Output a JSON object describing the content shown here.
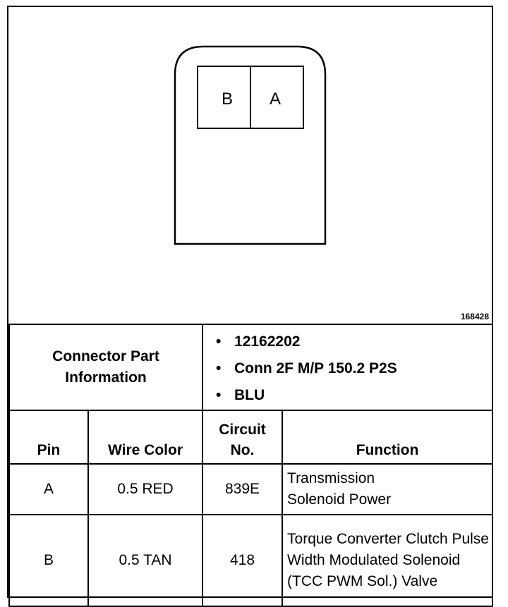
{
  "figure": {
    "id": "168428",
    "cavity_labels": [
      "B",
      "A"
    ]
  },
  "connector_info": {
    "label": "Connector Part Information",
    "items": [
      "12162202",
      "Conn 2F M/P 150.2 P2S",
      "BLU"
    ]
  },
  "table": {
    "headers": {
      "pin": "Pin",
      "wire_color": "Wire Color",
      "circuit_no": "Circuit No.",
      "function": "Function"
    },
    "rows": [
      {
        "pin": "A",
        "wire_color": "0.5 RED",
        "circuit": "839E",
        "function": "Transmission Solenoid Power"
      },
      {
        "pin": "B",
        "wire_color": "0.5 TAN",
        "circuit": "418",
        "function": "Torque Converter Clutch Pulse Width Modulated Solenoid (TCC PWM Sol.) Valve"
      }
    ]
  }
}
